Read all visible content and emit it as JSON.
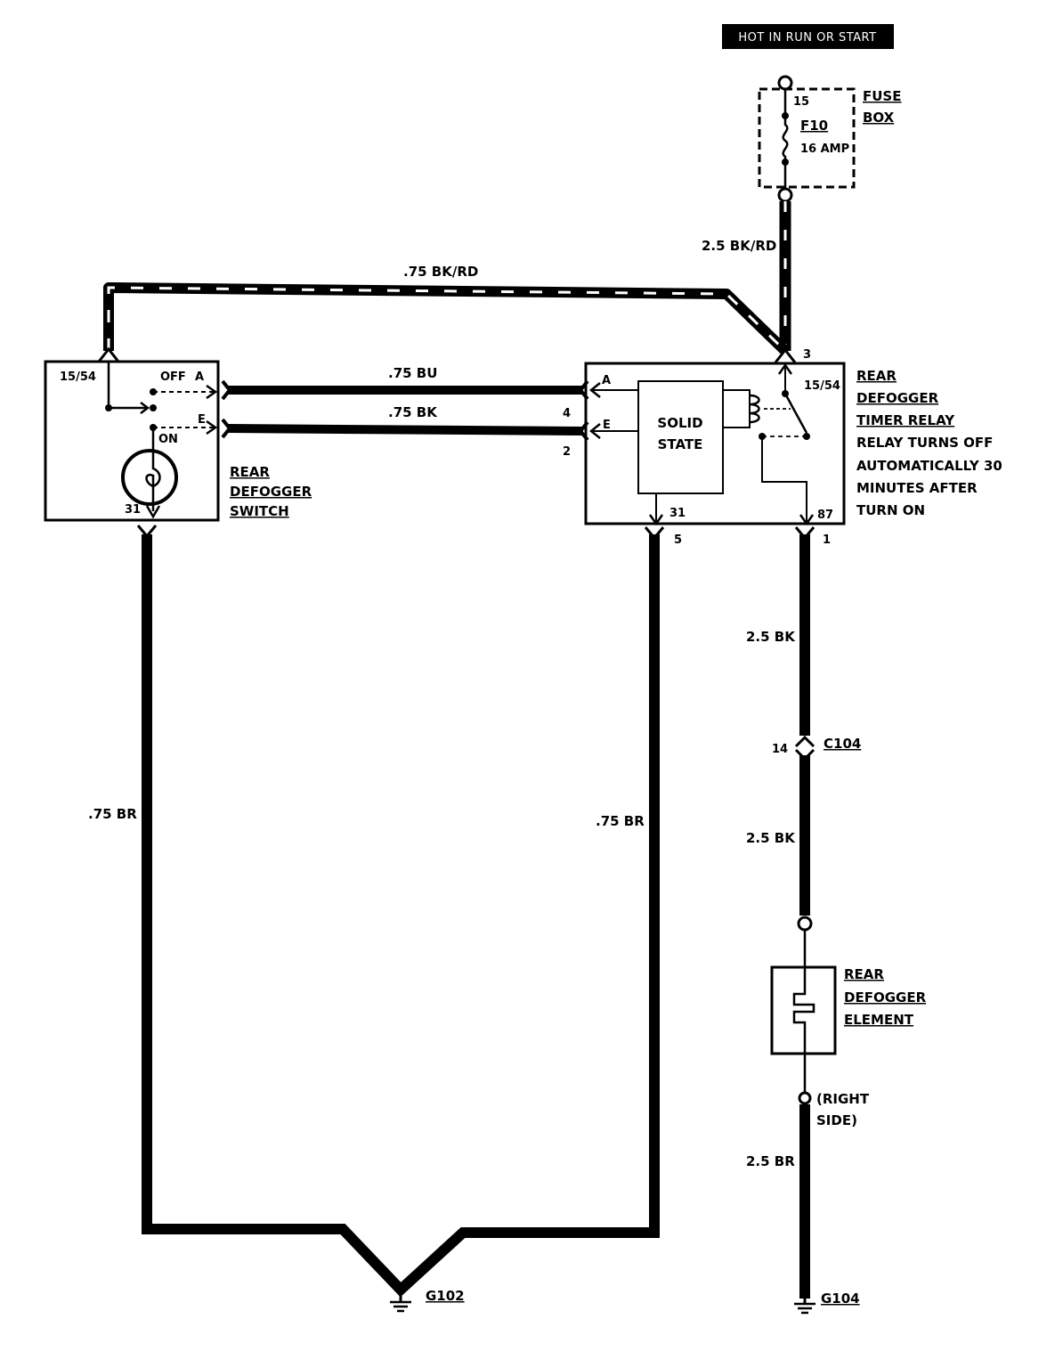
{
  "header": {
    "power_label": "HOT IN RUN OR START"
  },
  "fuse_box": {
    "title_line1": "FUSE",
    "title_line2": "BOX",
    "terminal": "15",
    "fuse_id": "F10",
    "fuse_rating": "16 AMP"
  },
  "wires": {
    "feed": ".75 BK/RD",
    "fuse_to_relay": "2.5 BK/RD",
    "signal_a": ".75 BU",
    "signal_e": ".75 BK",
    "switch_ground": ".75 BR",
    "relay_ground": ".75 BR",
    "relay_out_top": "2.5 BK",
    "relay_out_bottom": "2.5 BK",
    "element_ground": "2.5 BR"
  },
  "switch": {
    "title_line1": "REAR",
    "title_line2": "DEFOGGER",
    "title_line3": "SWITCH",
    "term_15_54": "15/54",
    "term_31": "31",
    "off_label": "OFF",
    "pin_a": "A",
    "pin_e": "E",
    "on_label": "ON"
  },
  "relay": {
    "title_line1": "REAR",
    "title_line2": "DEFOGGER",
    "title_line3": "TIMER RELAY",
    "note_line1": "RELAY TURNS OFF",
    "note_line2": "AUTOMATICALLY 30",
    "note_line3": "MINUTES AFTER",
    "note_line4": "TURN ON",
    "solid_state_line1": "SOLID",
    "solid_state_line2": "STATE",
    "pin_a": "A",
    "pin_e": "E",
    "term_15_54": "15/54",
    "term_31": "31",
    "term_87": "87",
    "conn_3": "3",
    "conn_4": "4",
    "conn_2": "2",
    "conn_5": "5",
    "conn_1": "1"
  },
  "connector_c104": {
    "pin": "14",
    "id": "C104"
  },
  "element": {
    "title_line1": "REAR",
    "title_line2": "DEFOGGER",
    "title_line3": "ELEMENT"
  },
  "ground_point_right": {
    "line1": "(RIGHT",
    "line2": "SIDE)"
  },
  "grounds": {
    "left": "G102",
    "right": "G104"
  }
}
